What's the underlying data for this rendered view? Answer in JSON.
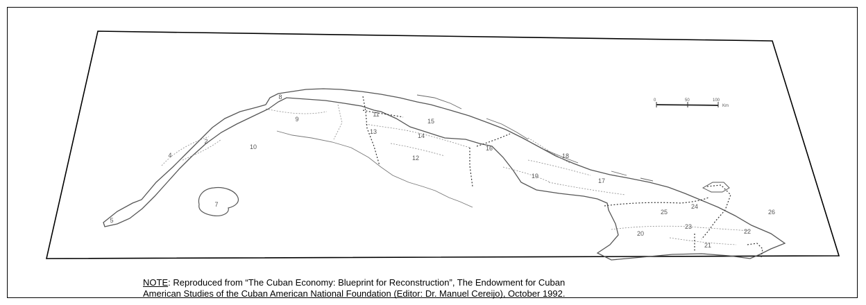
{
  "map": {
    "region_labels": [
      "2",
      "4",
      "5",
      "7",
      "8",
      "9",
      "10",
      "11",
      "12",
      "13",
      "14",
      "15",
      "16",
      "17",
      "18",
      "19",
      "20",
      "21",
      "22",
      "23",
      "24",
      "25",
      "26"
    ],
    "scale_bar": {
      "ticks": [
        "0",
        "50",
        "100",
        "Km"
      ]
    },
    "colors": {
      "sheet_border": "#000000",
      "coastline": "#555555",
      "region_boundary": "#8a8a8a",
      "province_boundary": "#333333"
    }
  },
  "caption": {
    "note_label": "NOTE",
    "text_line1": ":  Reproduced from “The Cuban Economy: Blueprint for Reconstruction”, The Endowment for Cuban",
    "text_line2": "American Studies of the Cuban American National Foundation (Editor: Dr. Manuel Cereijo), October 1992."
  }
}
